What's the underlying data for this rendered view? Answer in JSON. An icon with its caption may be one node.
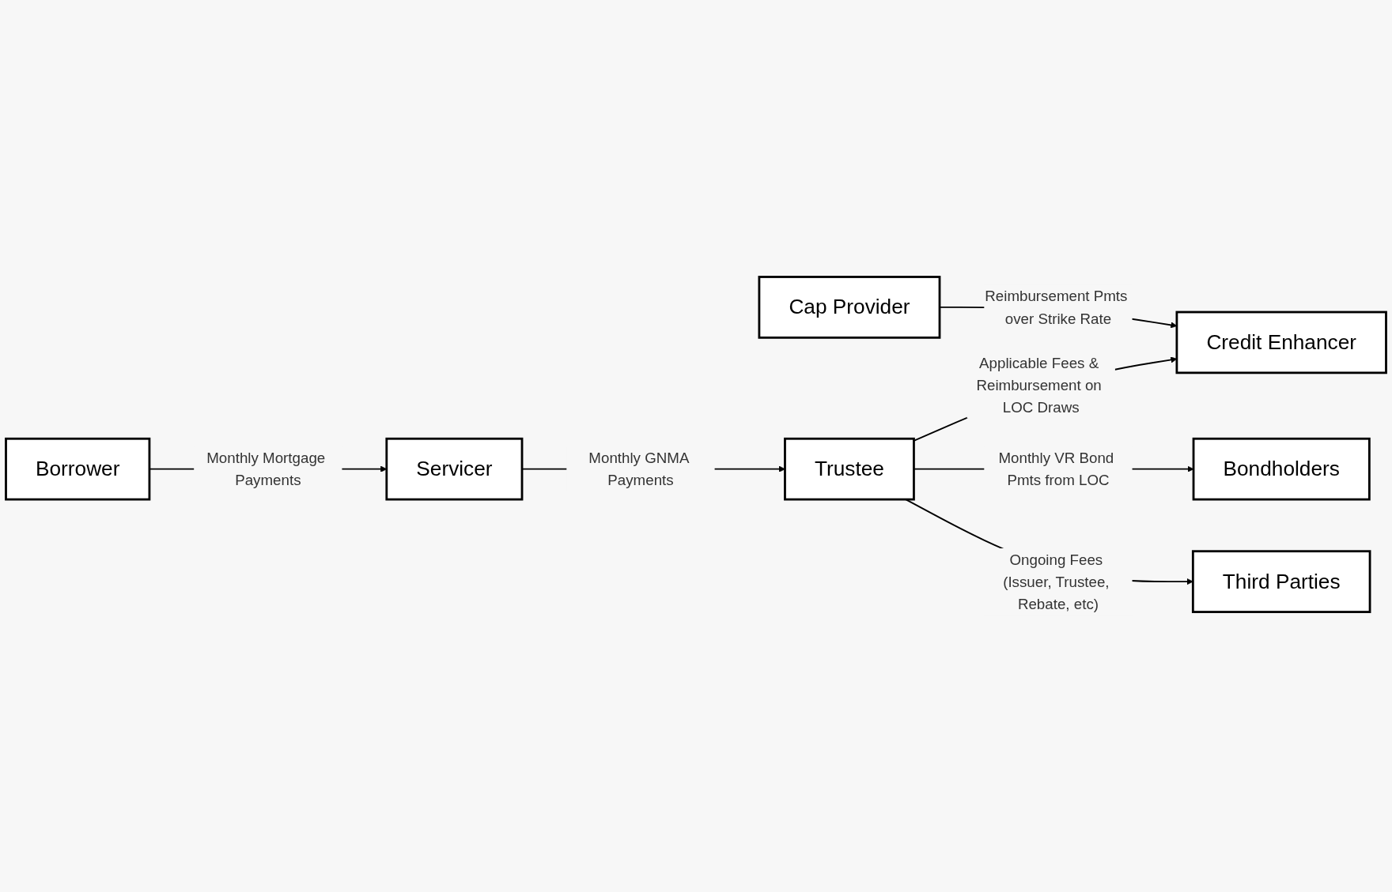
{
  "diagram": {
    "nodes": [
      {
        "text": [
          "Cap Provider"
        ]
      },
      {
        "text": [
          "Credit Enhancer"
        ]
      },
      {
        "text": [
          "Borrower"
        ]
      },
      {
        "text": [
          "Servicer"
        ]
      },
      {
        "text": [
          "Trustee"
        ]
      },
      {
        "text": [
          "Bondholders"
        ]
      },
      {
        "text": [
          "Third Parties"
        ]
      }
    ],
    "edges": [
      {
        "from": 0,
        "to": 1,
        "arrow": "to",
        "label": "Reimbursement Pmts over Strike Rate"
      },
      {
        "from": 2,
        "to": 3,
        "arrow": "to",
        "label": "Monthly Mortgage Payments"
      },
      {
        "from": 3,
        "to": 4,
        "arrow": "to",
        "label": "Monthly GNMA Payments"
      },
      {
        "from": 4,
        "to": 1,
        "arrow": "to",
        "label": "Applicable Fees & Reimbursement on LOC Draws"
      },
      {
        "from": 4,
        "to": 5,
        "arrow": "to",
        "label": "Monthly VR Bond Pmts from LOC"
      },
      {
        "from": 4,
        "to": 6,
        "arrow": "to",
        "label": "Ongoing Fees (Issuer, Trustee, Rebate, etc)"
      }
    ]
  }
}
